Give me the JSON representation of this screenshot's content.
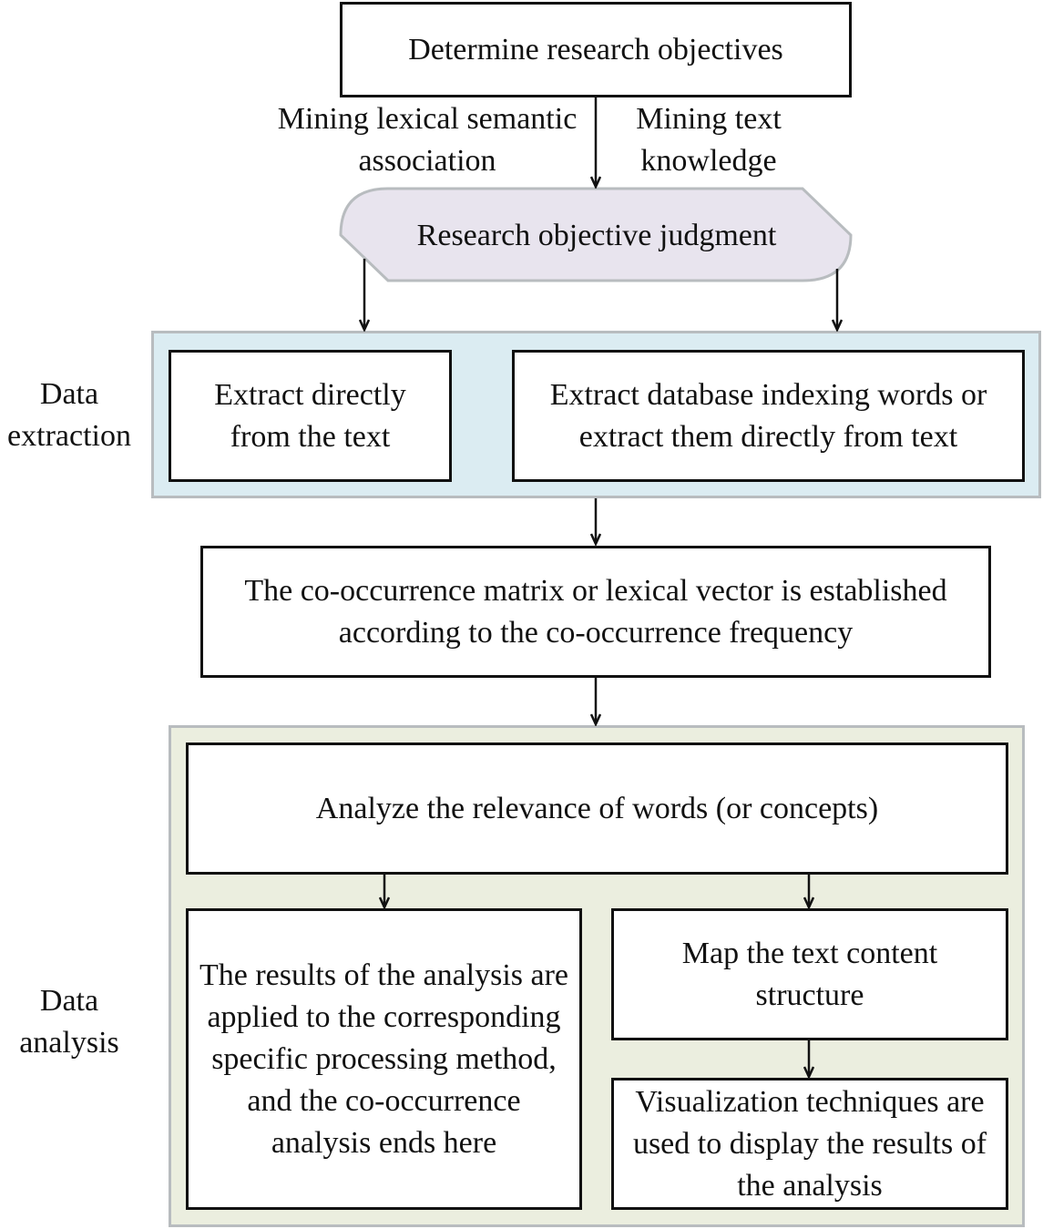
{
  "diagram": {
    "nodes": {
      "determine": "Determine research objectives",
      "judgment": "Research objective judgment",
      "extract_text": "Extract directly from the text",
      "extract_db": "Extract database indexing words or extract them directly from text",
      "matrix": "The co-occurrence matrix or lexical vector is established according to the co-occurrence frequency",
      "relevance": "Analyze the relevance of words (or concepts)",
      "results_applied": "The results of the analysis are applied to the corresponding specific processing method, and the co-occurrence analysis ends here",
      "map_structure": "Map the text content structure",
      "visualization": "Visualization techniques are used to display the results of the analysis"
    },
    "edge_labels": {
      "lexical": "Mining lexical semantic association",
      "knowledge": "Mining text knowledge"
    },
    "stage_labels": {
      "extraction": "Data extraction",
      "analysis": "Data analysis"
    },
    "colors": {
      "extraction_panel": "#dbecf2",
      "analysis_panel": "#ebeedf",
      "decision_fill": "#e8e4ee",
      "stroke": "#111111"
    }
  }
}
